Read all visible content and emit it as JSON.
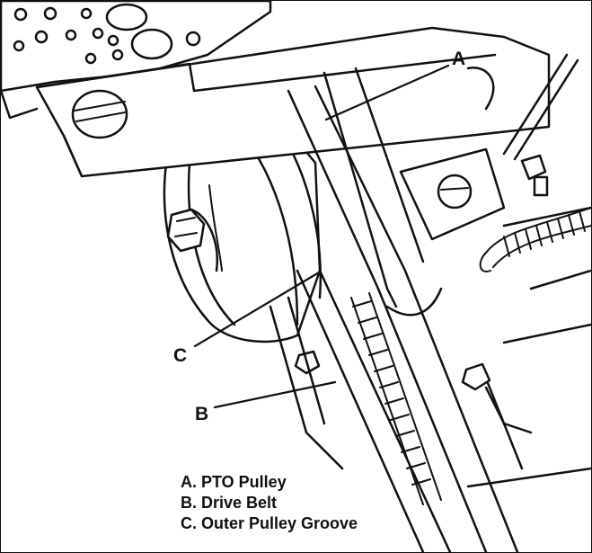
{
  "callouts": {
    "a": "A",
    "b": "B",
    "c": "C"
  },
  "legend": {
    "items": [
      "A. PTO Pulley",
      "B. Drive Belt",
      "C. Outer Pulley Groove"
    ]
  }
}
